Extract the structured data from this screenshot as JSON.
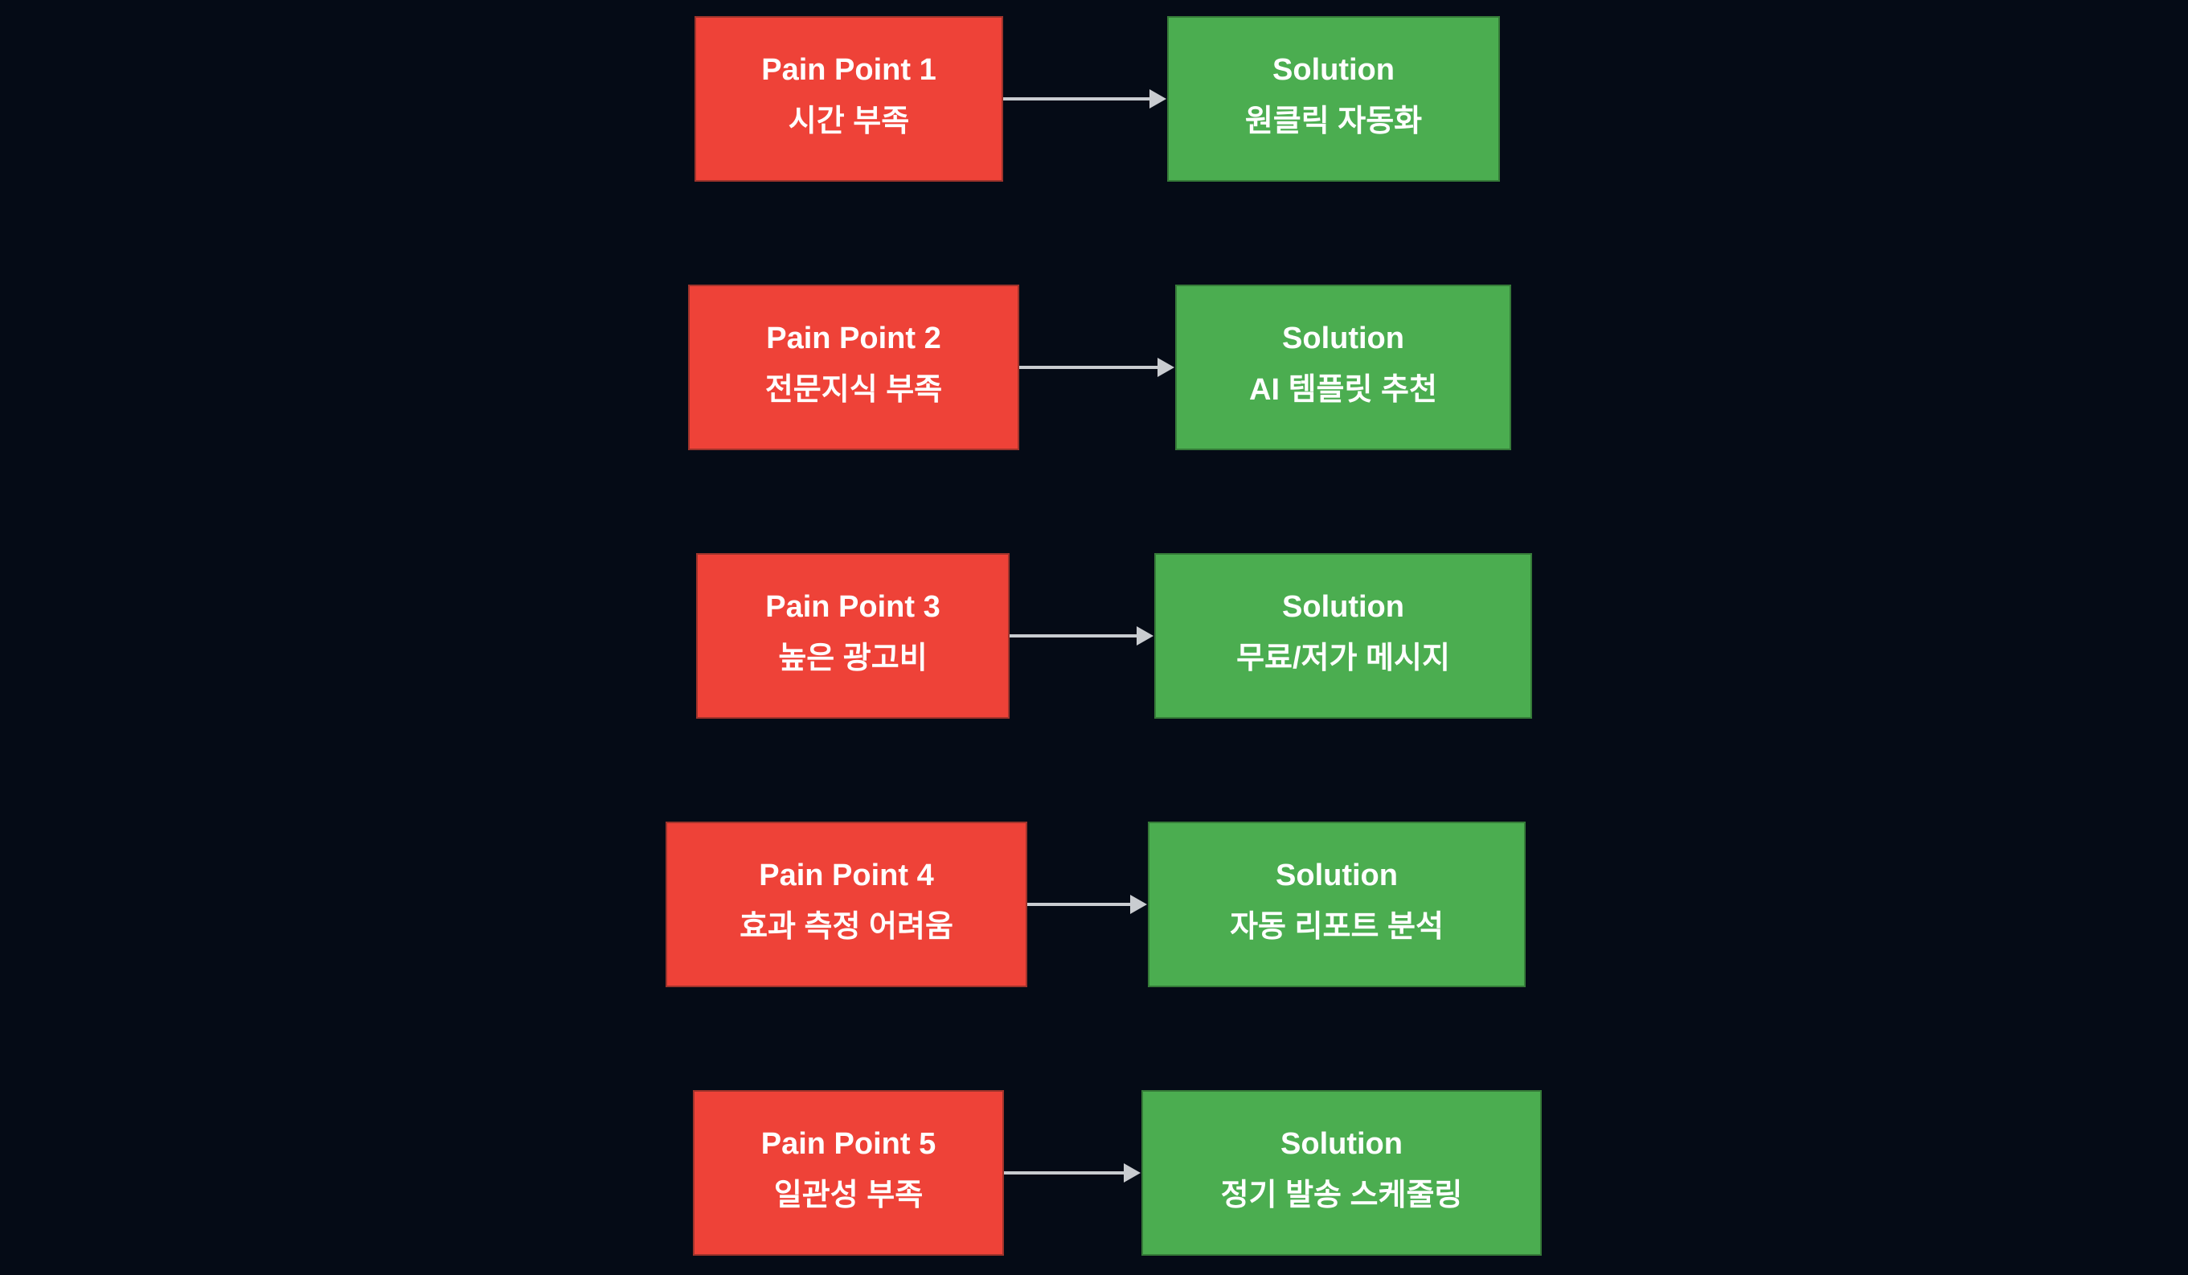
{
  "theme": {
    "background": "#050b16",
    "pain_fill": "#ee4238",
    "pain_border": "#9e332b",
    "solution_fill": "#4bad50",
    "solution_border": "#357a38",
    "arrow_color": "#c9ccd0",
    "text_color": "#ffffff"
  },
  "diagram": {
    "type": "flowchart-pain-to-solution",
    "rows": [
      {
        "pain": {
          "title": "Pain Point 1",
          "subtitle": "시간 부족"
        },
        "solution": {
          "title": "Solution",
          "subtitle": "원클릭 자동화"
        }
      },
      {
        "pain": {
          "title": "Pain Point 2",
          "subtitle": "전문지식 부족"
        },
        "solution": {
          "title": "Solution",
          "subtitle": "AI 템플릿 추천"
        }
      },
      {
        "pain": {
          "title": "Pain Point 3",
          "subtitle": "높은 광고비"
        },
        "solution": {
          "title": "Solution",
          "subtitle": "무료/저가 메시지"
        }
      },
      {
        "pain": {
          "title": "Pain Point 4",
          "subtitle": "효과 측정 어려움"
        },
        "solution": {
          "title": "Solution",
          "subtitle": "자동 리포트 분석"
        }
      },
      {
        "pain": {
          "title": "Pain Point 5",
          "subtitle": "일관성 부족"
        },
        "solution": {
          "title": "Solution",
          "subtitle": "정기 발송 스케줄링"
        }
      }
    ]
  }
}
